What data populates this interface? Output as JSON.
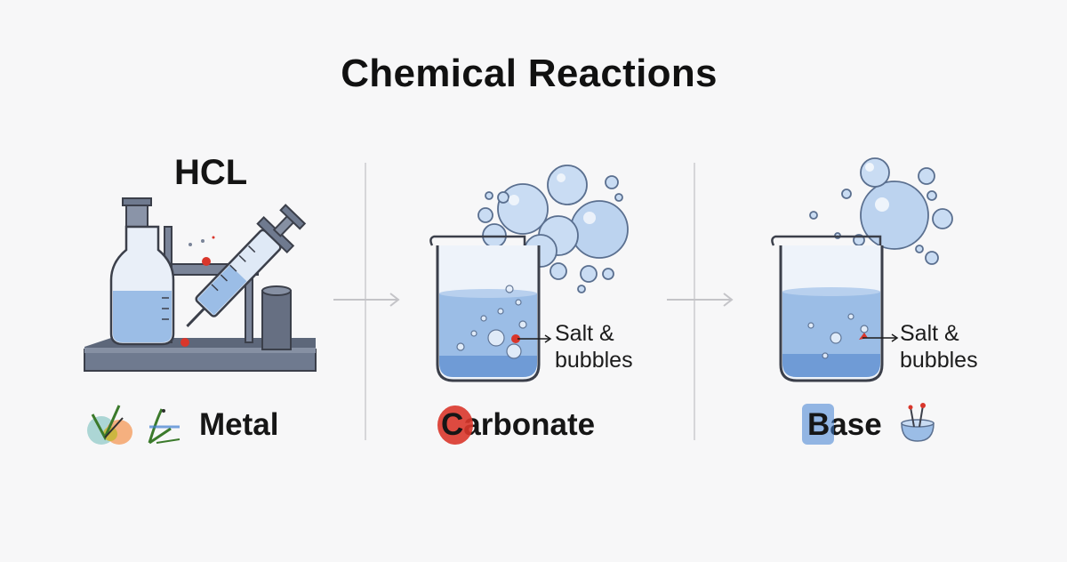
{
  "title": "Chemical Reactions",
  "panels": [
    {
      "id": "metal",
      "top_label": "HCL",
      "label": "Metal"
    },
    {
      "id": "carbonate",
      "label_initial": "C",
      "label_rest": "arbonate",
      "annotation_line1": "Salt &",
      "annotation_line2": "bubbles"
    },
    {
      "id": "base",
      "label_initial": "B",
      "label_rest": "ase",
      "annotation_line1": "Salt &",
      "annotation_line2": "bubbles"
    }
  ],
  "colors": {
    "liquid": "#9bbde6",
    "liquid_dark": "#6f9bd6",
    "glass_outline": "#3b3f4a",
    "stand": "#6f7a8f",
    "bubble": "#c9dcf3",
    "accent_red": "#d9362b",
    "accent_blue": "#3f7fd1"
  }
}
